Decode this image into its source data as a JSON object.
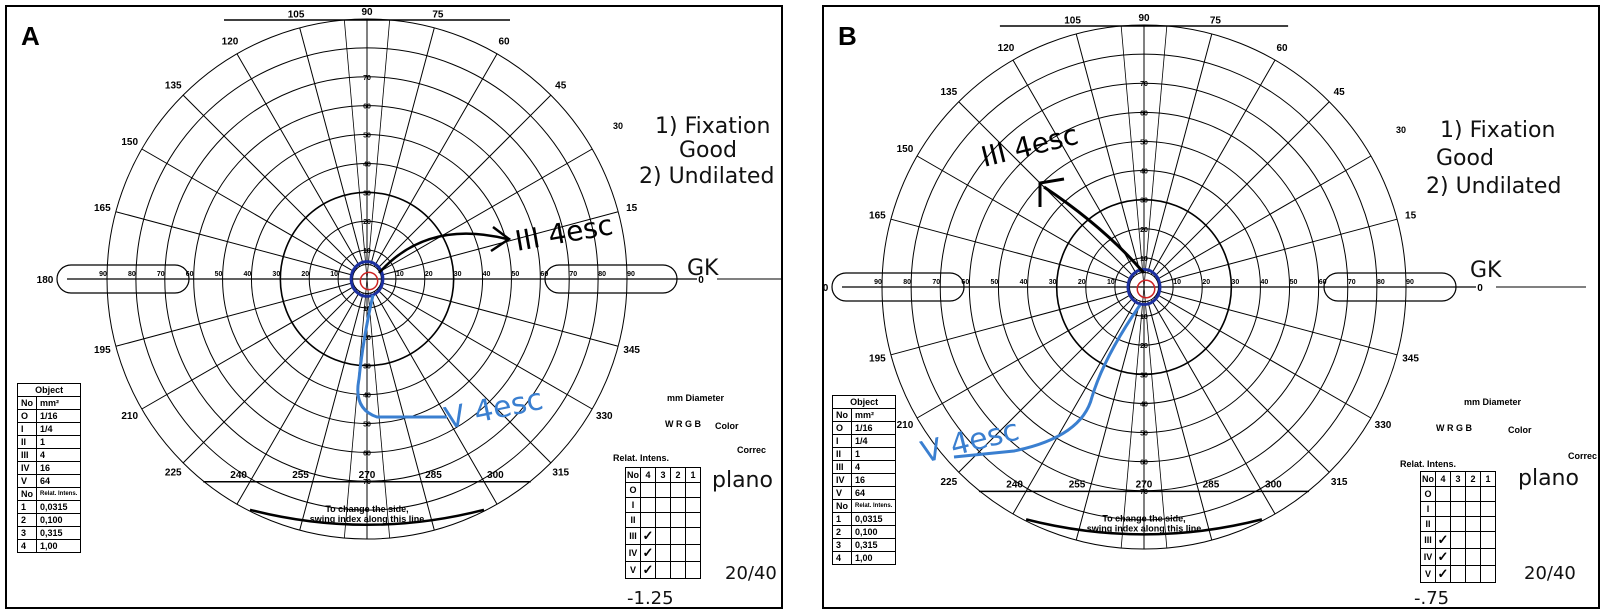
{
  "panels": [
    {
      "id": "A",
      "label": "A",
      "notes": {
        "line1": "1) Fixation",
        "line2": "Good",
        "line3": "2) Undilated",
        "initials": "GK",
        "correction": "plano",
        "acuity": "20/40",
        "bottom_value": "-1.25",
        "stimulus_black": "III 4esc",
        "stimulus_blue": "V 4esc",
        "prefix_30": "30"
      },
      "checked_rows": [
        false,
        false,
        false,
        true,
        true,
        true
      ]
    },
    {
      "id": "B",
      "label": "B",
      "notes": {
        "line1": "1) Fixation",
        "line2": "Good",
        "line3": "2) Undilated",
        "initials": "GK",
        "correction": "plano",
        "acuity": "20/40",
        "bottom_value": "-.75",
        "stimulus_black": "III 4esc",
        "stimulus_blue": "V 4esc",
        "prefix_30": "30"
      },
      "checked_rows": [
        false,
        false,
        false,
        true,
        true,
        true
      ]
    }
  ],
  "chart": {
    "angle_labels": [
      "90",
      "75",
      "60",
      "45",
      "15",
      "0",
      "345",
      "330",
      "315",
      "300",
      "285",
      "270",
      "255",
      "240",
      "225",
      "210",
      "195",
      "180",
      "165",
      "150",
      "135",
      "120",
      "105"
    ],
    "ring_labels_vertical": [
      "70",
      "60",
      "50",
      "40",
      "30",
      "20",
      "10",
      "10",
      "20",
      "30",
      "40",
      "50",
      "60",
      "70"
    ],
    "ring_labels_horizontal": [
      "90",
      "80",
      "70",
      "60",
      "50",
      "40",
      "30",
      "20",
      "10",
      "10",
      "20",
      "30",
      "40",
      "50",
      "60",
      "70",
      "80",
      "90"
    ],
    "bottom_instruction_1": "To change the side,",
    "bottom_instruction_2": "swing index along this line",
    "diameter_label": "mm  Diameter",
    "color_label": "Color",
    "color_options": "W R G B",
    "correc_label": "Correc",
    "relat_label": "Relat. Intens.",
    "object_label": "Object"
  },
  "object_table": {
    "title": "Object",
    "header": [
      "No",
      "mm²"
    ],
    "rows": [
      [
        "O",
        "1/16"
      ],
      [
        "I",
        "1/4"
      ],
      [
        "II",
        "1"
      ],
      [
        "III",
        "4"
      ],
      [
        "IV",
        "16"
      ],
      [
        "V",
        "64"
      ]
    ],
    "header2": [
      "No",
      "Relat. Intens."
    ],
    "rows2": [
      [
        "1",
        "0,0315"
      ],
      [
        "2",
        "0,100"
      ],
      [
        "3",
        "0,315"
      ],
      [
        "4",
        "1,00"
      ]
    ]
  },
  "relat_table": {
    "columns": [
      "No",
      "4",
      "3",
      "2",
      "1"
    ],
    "rows": [
      "O",
      "I",
      "II",
      "III",
      "IV",
      "V"
    ]
  },
  "colors": {
    "ink": "#000000",
    "blue": "#3a7fd0",
    "red": "#cc2222",
    "darkblue": "#1b2fa0"
  }
}
